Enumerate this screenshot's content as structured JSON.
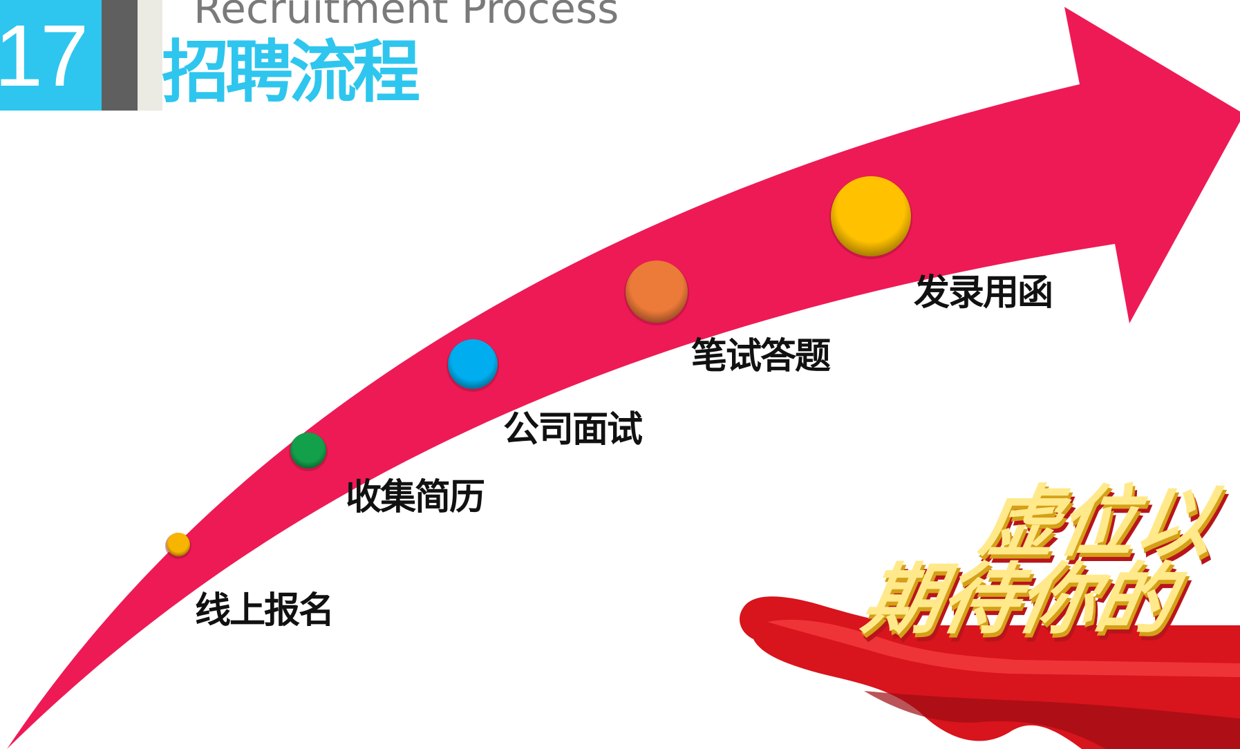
{
  "header": {
    "number": "17",
    "title_en": "Recruitment Process",
    "title_cn": "招聘流程"
  },
  "steps": [
    {
      "label": "线上报名",
      "dot_color": "#f7b500"
    },
    {
      "label": "收集简历",
      "dot_color": "#12a04a"
    },
    {
      "label": "公司面试",
      "dot_color": "#00aeef"
    },
    {
      "label": "笔试答题",
      "dot_color": "#ec7a38"
    },
    {
      "label": "发录用函",
      "dot_color": "#ffc100"
    }
  ],
  "banner": {
    "line1": "虚位以",
    "line2": "期待你的"
  },
  "colors": {
    "accent_blue": "#2ec6ee",
    "arrow": "#ee1a55",
    "banner_red": "#d8141c"
  }
}
